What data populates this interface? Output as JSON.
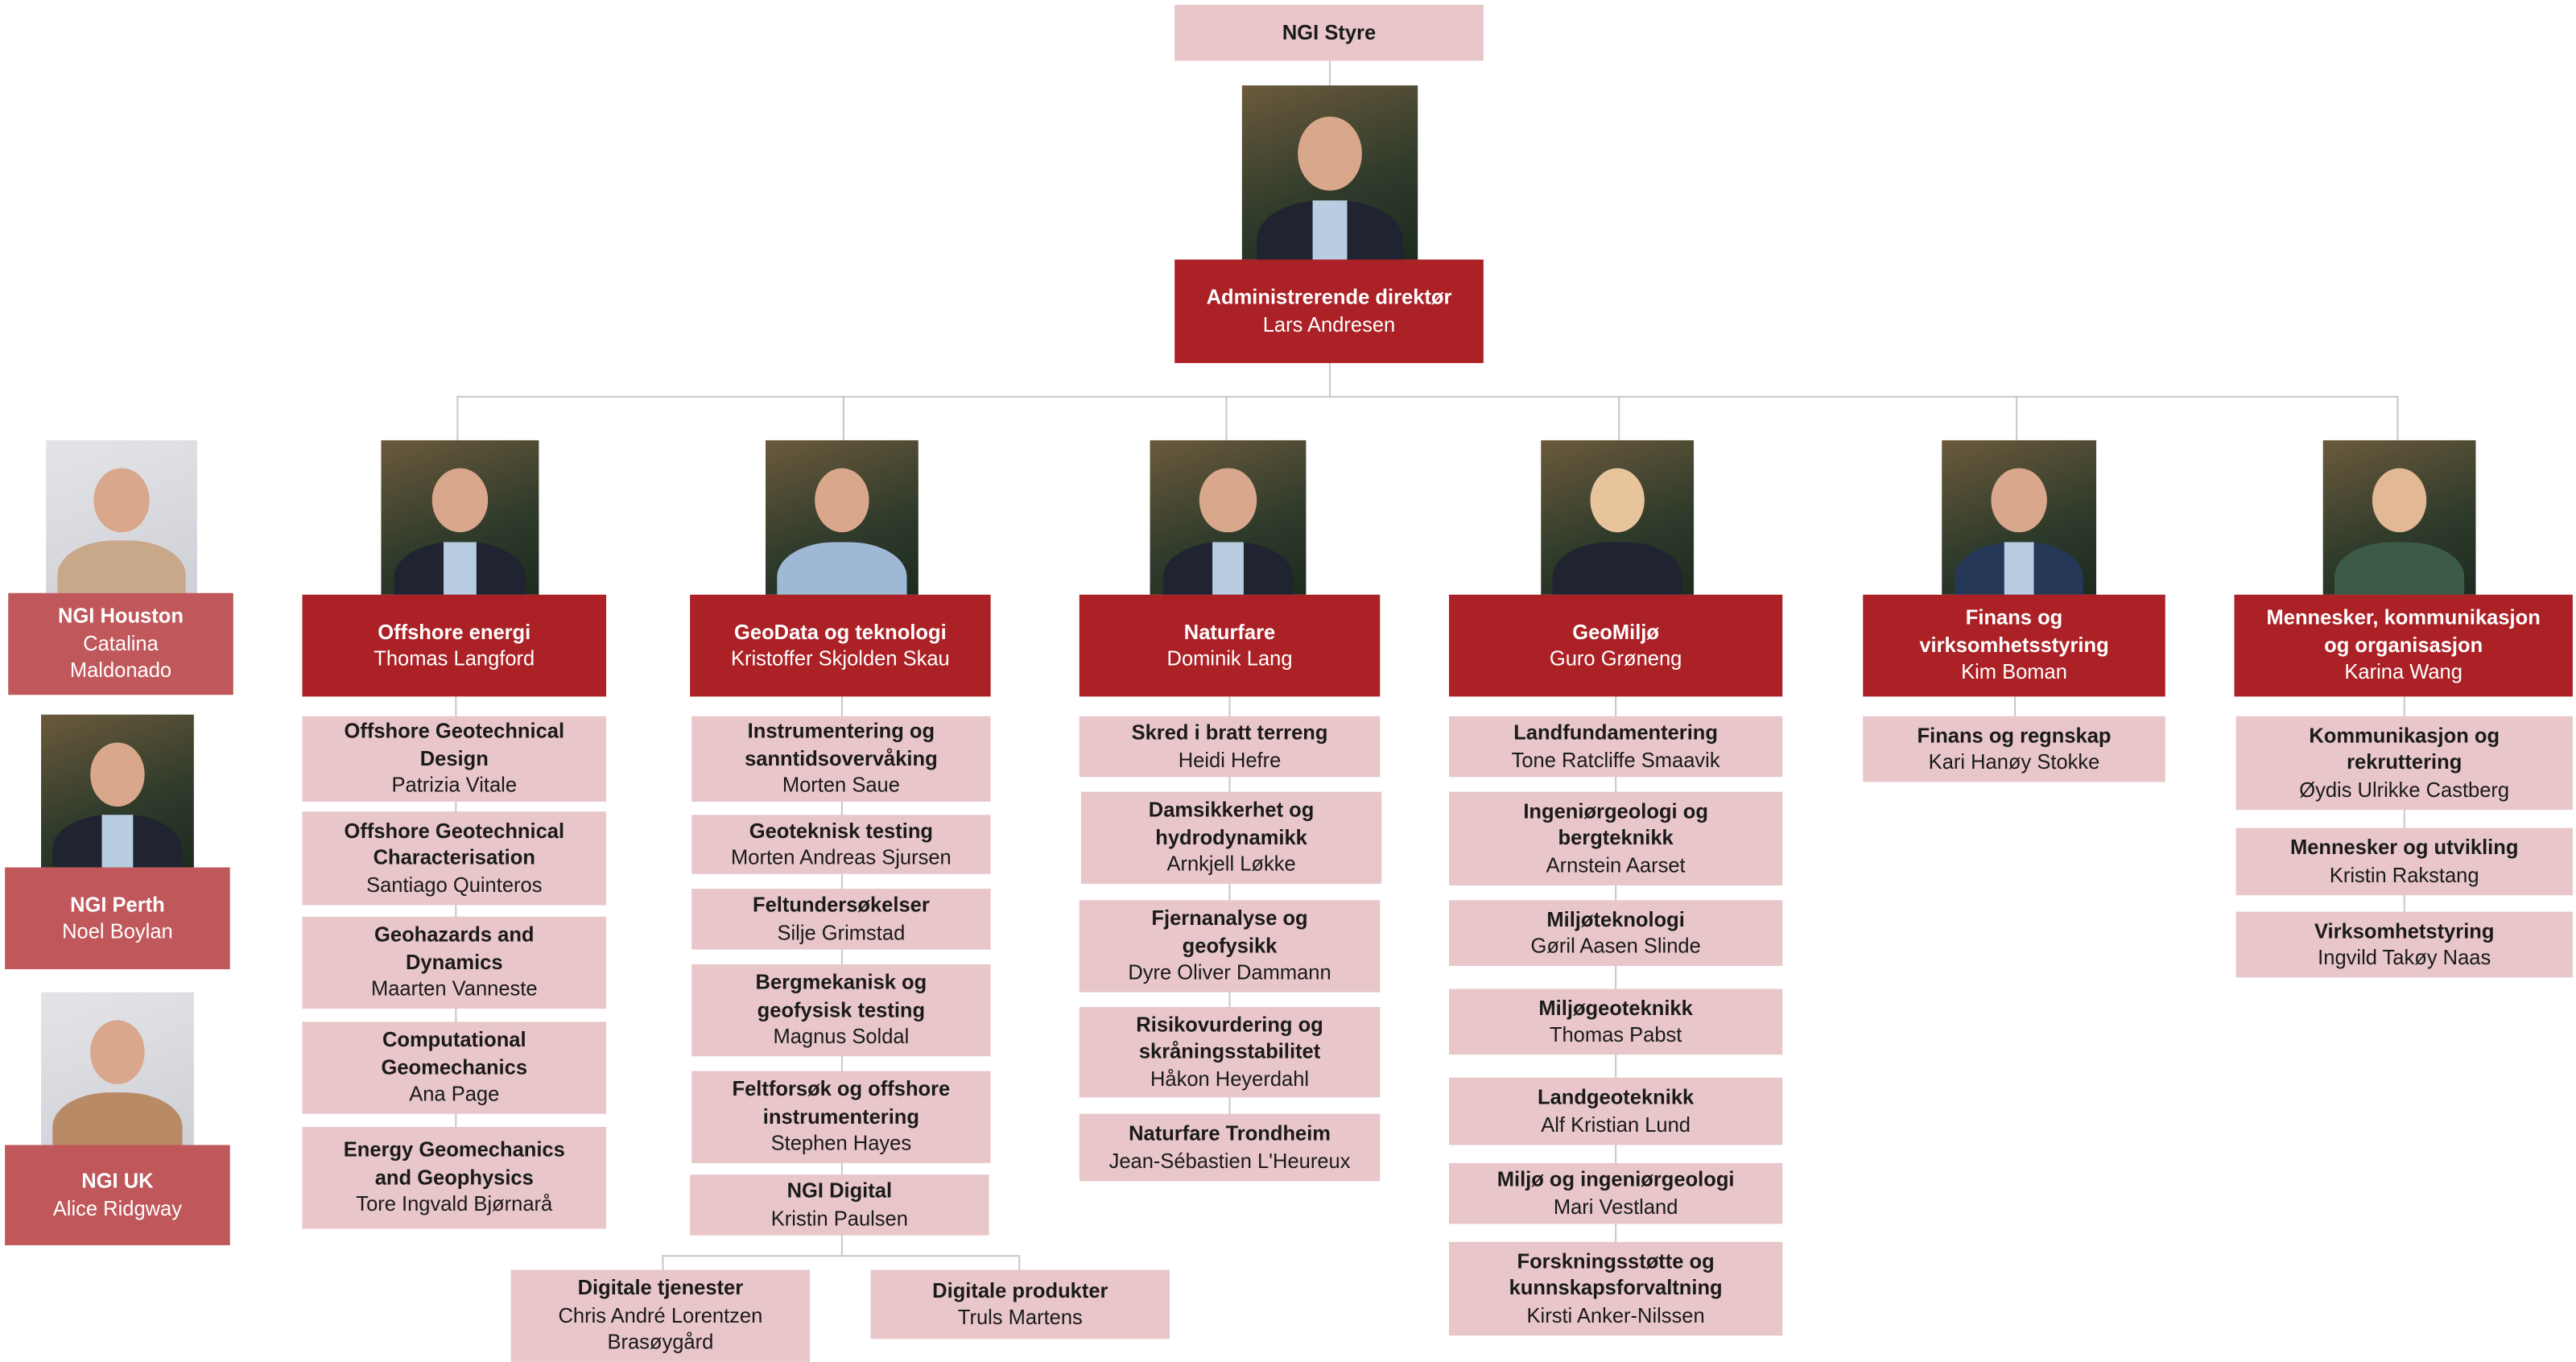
{
  "board": {
    "title": "NGI Styre"
  },
  "ceo": {
    "title": "Administrerende direktør",
    "name": "Lars Andresen"
  },
  "international": [
    {
      "title": "NGI Houston",
      "name": "Catalina Maldonado"
    },
    {
      "title": "NGI Perth",
      "name": "Noel Boylan"
    },
    {
      "title": "NGI UK",
      "name": "Alice Ridgway"
    }
  ],
  "divisions": [
    {
      "title": "Offshore energi",
      "name": "Thomas Langford",
      "units": [
        {
          "title": "Offshore Geotechnical Design",
          "name": "Patrizia Vitale"
        },
        {
          "title": "Offshore Geotechnical Characterisation",
          "name": "Santiago Quinteros"
        },
        {
          "title": "Geohazards and Dynamics",
          "name": "Maarten Vanneste"
        },
        {
          "title": "Computational Geomechanics",
          "name": "Ana Page"
        },
        {
          "title": "Energy Geomechanics and Geophysics",
          "name": "Tore Ingvald Bjørnarå"
        }
      ]
    },
    {
      "title": "GeoData og teknologi",
      "name": "Kristoffer Skjolden Skau",
      "units": [
        {
          "title": "Instrumentering og sanntidsovervåking",
          "name": "Morten Saue"
        },
        {
          "title": "Geoteknisk testing",
          "name": "Morten Andreas Sjursen"
        },
        {
          "title": "Feltundersøkelser",
          "name": "Silje Grimstad"
        },
        {
          "title": "Bergmekanisk og geofysisk testing",
          "name": "Magnus Soldal"
        },
        {
          "title": "Feltforsøk og offshore instrumentering",
          "name": "Stephen Hayes"
        },
        {
          "title": "NGI Digital",
          "name": "Kristin Paulsen"
        }
      ],
      "subunits": [
        {
          "title": "Digitale tjenester",
          "name": "Chris André Lorentzen Brasøygård"
        },
        {
          "title": "Digitale produkter",
          "name": "Truls Martens"
        }
      ]
    },
    {
      "title": "Naturfare",
      "name": "Dominik Lang",
      "units": [
        {
          "title": "Skred i bratt terreng",
          "name": "Heidi Hefre"
        },
        {
          "title": "Damsikkerhet og hydrodynamikk",
          "name": "Arnkjell Løkke"
        },
        {
          "title": "Fjernanalyse og geofysikk",
          "name": "Dyre Oliver Dammann"
        },
        {
          "title": "Risikovurdering og skråningsstabilitet",
          "name": "Håkon Heyerdahl"
        },
        {
          "title": "Naturfare Trondheim",
          "name": "Jean-Sébastien L'Heureux"
        }
      ]
    },
    {
      "title": "GeoMiljø",
      "name": "Guro Grøneng",
      "units": [
        {
          "title": "Landfundamentering",
          "name": "Tone Ratcliffe Smaavik"
        },
        {
          "title": "Ingeniørgeologi og bergteknikk",
          "name": "Arnstein Aarset"
        },
        {
          "title": "Miljøteknologi",
          "name": "Gøril Aasen Slinde"
        },
        {
          "title": "Miljøgeoteknikk",
          "name": "Thomas Pabst"
        },
        {
          "title": "Landgeoteknikk",
          "name": "Alf Kristian Lund"
        },
        {
          "title": "Miljø og ingeniørgeologi",
          "name": "Mari Vestland"
        },
        {
          "title": "Forskningsstøtte og kunnskapsforvaltning",
          "name": "Kirsti Anker-Nilssen"
        }
      ]
    },
    {
      "title": "Finans og virksomhetsstyring",
      "name": "Kim Boman",
      "units": [
        {
          "title": "Finans og regnskap",
          "name": "Kari Hanøy Stokke"
        }
      ]
    },
    {
      "title": "Mennesker, kommunikasjon og organisasjon",
      "name": "Karina Wang",
      "units": [
        {
          "title": "Kommunikasjon og rekruttering",
          "name": "Øydis Ulrikke Castberg"
        },
        {
          "title": "Mennesker og utvikling",
          "name": "Kristin Rakstang"
        },
        {
          "title": "Virksomhetstyring",
          "name": "Ingvild Takøy Naas"
        }
      ]
    }
  ],
  "colors": {
    "head": "#ab2126",
    "intl": "#c0575b",
    "unit": "#e8c6c9",
    "line": "#c8c8c8"
  }
}
